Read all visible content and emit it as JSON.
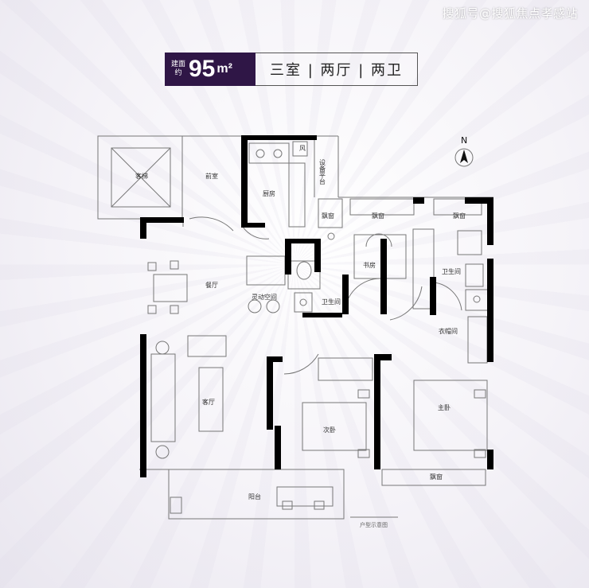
{
  "watermark": "搜狐号@搜狐焦点孝感站",
  "header": {
    "area_prefix": "建面约",
    "area_value": "95",
    "area_unit": "m²",
    "layout": "三室 | 两厅 | 两卫"
  },
  "compass": {
    "label": "N"
  },
  "rooms": {
    "elevator": "客梯",
    "front_room": "前室",
    "kitchen": "厨房",
    "equipment": "设备平台",
    "bay1": "飘窗",
    "bay2": "飘窗",
    "bay3": "飘窗",
    "bay4": "飘窗",
    "study": "书房",
    "dining": "餐厅",
    "flex": "灵动空间",
    "bath1": "卫生间",
    "bath2": "卫生间",
    "closet": "衣帽间",
    "living": "客厅",
    "second_bed": "次卧",
    "master_bed": "主卧",
    "balcony": "阳台",
    "flue": "风"
  },
  "footnote": "户型示意图",
  "colors": {
    "badge": "#2f1646",
    "wall": "#000000",
    "line": "#666666"
  }
}
